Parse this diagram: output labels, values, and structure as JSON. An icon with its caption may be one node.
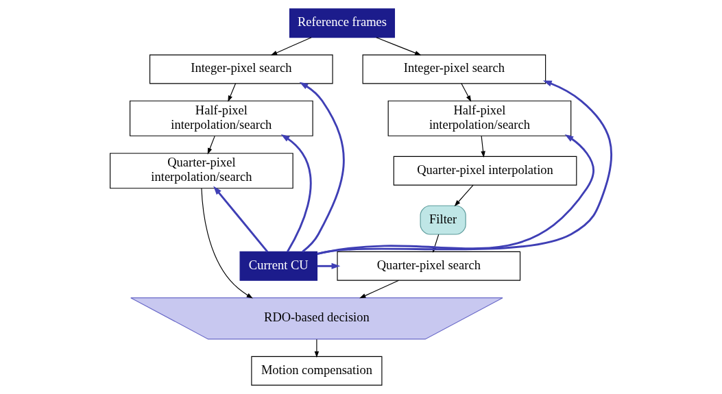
{
  "diagram": {
    "nodes": [
      {
        "text": [
          "Reference frames"
        ]
      },
      {
        "text": [
          "Integer-pixel search"
        ]
      },
      {
        "text": [
          "Half-pixel interpolation/search"
        ]
      },
      {
        "text": [
          "Quarter-pixel interpolation/search"
        ]
      },
      {
        "text": [
          "Integer-pixel search"
        ]
      },
      {
        "text": [
          "Half-pixel interpolation/search"
        ]
      },
      {
        "text": [
          "Quarter-pixel interpolation"
        ]
      },
      {
        "text": [
          "Filter"
        ]
      },
      {
        "text": [
          "Current CU"
        ]
      },
      {
        "text": [
          "Quarter-pixel search"
        ]
      },
      {
        "text": [
          "RDO-based decision"
        ]
      },
      {
        "text": [
          "Motion compensation"
        ]
      }
    ],
    "edges": [
      {
        "from": 0,
        "to": 1,
        "arrow": "to"
      },
      {
        "from": 0,
        "to": 4,
        "arrow": "to"
      },
      {
        "from": 1,
        "to": 2,
        "arrow": "to"
      },
      {
        "from": 2,
        "to": 3,
        "arrow": "to"
      },
      {
        "from": 4,
        "to": 5,
        "arrow": "to"
      },
      {
        "from": 5,
        "to": 6,
        "arrow": "to"
      },
      {
        "from": 6,
        "to": 7,
        "arrow": "to"
      },
      {
        "from": 7,
        "to": 9,
        "arrow": "to"
      },
      {
        "from": 8,
        "to": 1,
        "arrow": "to",
        "style": "thick",
        "color": "#3f3fb5"
      },
      {
        "from": 8,
        "to": 2,
        "arrow": "to",
        "style": "thick",
        "color": "#3f3fb5"
      },
      {
        "from": 8,
        "to": 3,
        "arrow": "to",
        "style": "thick",
        "color": "#3f3fb5"
      },
      {
        "from": 8,
        "to": 4,
        "arrow": "to",
        "style": "thick",
        "color": "#3f3fb5"
      },
      {
        "from": 8,
        "to": 5,
        "arrow": "to",
        "style": "thick",
        "color": "#3f3fb5"
      },
      {
        "from": 8,
        "to": 9,
        "arrow": "to",
        "style": "thick",
        "color": "#3f3fb5"
      },
      {
        "from": 3,
        "to": 10,
        "arrow": "to"
      },
      {
        "from": 9,
        "to": 10,
        "arrow": "to"
      },
      {
        "from": 10,
        "to": 11,
        "arrow": "to"
      }
    ]
  }
}
